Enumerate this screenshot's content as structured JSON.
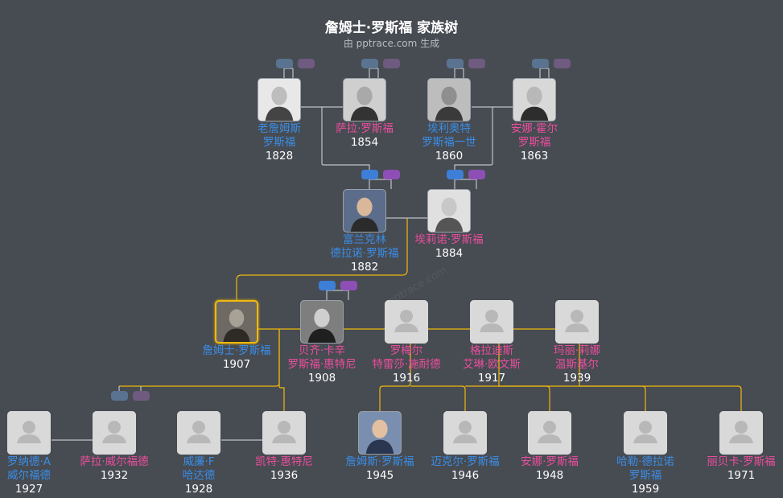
{
  "header": {
    "title": "詹姆士·罗斯福 家族树",
    "subtitle": "由 pptrace.com 生成",
    "watermark": "pptrace.com"
  },
  "colors": {
    "male": "#3a8ee6",
    "female": "#ea4e9d",
    "line_gray": "#bfc3c9",
    "line_gold": "#f0b90b",
    "background": "#474b52"
  },
  "people": [
    {
      "id": "p1",
      "gender": "male",
      "name_lines": [
        "老詹姆斯",
        "罗斯福"
      ],
      "year": "1828",
      "photo": "portrait"
    },
    {
      "id": "p2",
      "gender": "female",
      "name_lines": [
        "萨拉·罗斯福"
      ],
      "year": "1854",
      "photo": "portrait"
    },
    {
      "id": "p3",
      "gender": "male",
      "name_lines": [
        "埃利奥特",
        "罗斯福一世"
      ],
      "year": "1860",
      "photo": "portrait"
    },
    {
      "id": "p4",
      "gender": "female",
      "name_lines": [
        "安娜·霍尔",
        "罗斯福"
      ],
      "year": "1863",
      "photo": "portrait"
    },
    {
      "id": "p5",
      "gender": "male",
      "name_lines": [
        "富兰克林",
        "德拉诺·罗斯福"
      ],
      "year": "1882",
      "photo": "portrait"
    },
    {
      "id": "p6",
      "gender": "female",
      "name_lines": [
        "埃莉诺·罗斯福"
      ],
      "year": "1884",
      "photo": "portrait"
    },
    {
      "id": "p7",
      "gender": "male",
      "name_lines": [
        "詹姆士·罗斯福"
      ],
      "year": "1907",
      "photo": "portrait",
      "selected": true
    },
    {
      "id": "p8",
      "gender": "female",
      "name_lines": [
        "贝齐·卡辛",
        "罗斯福·惠特尼"
      ],
      "year": "1908",
      "photo": "portrait"
    },
    {
      "id": "p9",
      "gender": "female",
      "name_lines": [
        "罗梅尔",
        "特雷莎·施耐德"
      ],
      "year": "1916",
      "photo": "placeholder"
    },
    {
      "id": "p10",
      "gender": "female",
      "name_lines": [
        "格拉迪斯",
        "艾琳·欧文斯"
      ],
      "year": "1917",
      "photo": "placeholder"
    },
    {
      "id": "p11",
      "gender": "female",
      "name_lines": [
        "玛丽·莉娜",
        "温斯基尔"
      ],
      "year": "1939",
      "photo": "placeholder"
    },
    {
      "id": "p12",
      "gender": "male",
      "name_lines": [
        "罗纳德·A",
        "威尔福德"
      ],
      "year": "1927",
      "photo": "placeholder"
    },
    {
      "id": "p13",
      "gender": "female",
      "name_lines": [
        "萨拉·威尔福德"
      ],
      "year": "1932",
      "photo": "placeholder"
    },
    {
      "id": "p14",
      "gender": "male",
      "name_lines": [
        "威廉·F",
        "哈达德"
      ],
      "year": "1928",
      "photo": "placeholder"
    },
    {
      "id": "p15",
      "gender": "female",
      "name_lines": [
        "凯特·惠特尼"
      ],
      "year": "1936",
      "photo": "placeholder"
    },
    {
      "id": "p16",
      "gender": "male",
      "name_lines": [
        "詹姆斯·罗斯福"
      ],
      "year": "1945",
      "photo": "portrait"
    },
    {
      "id": "p17",
      "gender": "male",
      "name_lines": [
        "迈克尔·罗斯福"
      ],
      "year": "1946",
      "photo": "placeholder"
    },
    {
      "id": "p18",
      "gender": "female",
      "name_lines": [
        "安娜·罗斯福"
      ],
      "year": "1948",
      "photo": "placeholder"
    },
    {
      "id": "p19",
      "gender": "male",
      "name_lines": [
        "哈勒·德拉诺",
        "罗斯福"
      ],
      "year": "1959",
      "photo": "placeholder"
    },
    {
      "id": "p20",
      "gender": "female",
      "name_lines": [
        "丽贝卡·罗斯福"
      ],
      "year": "1971",
      "photo": "placeholder"
    }
  ]
}
